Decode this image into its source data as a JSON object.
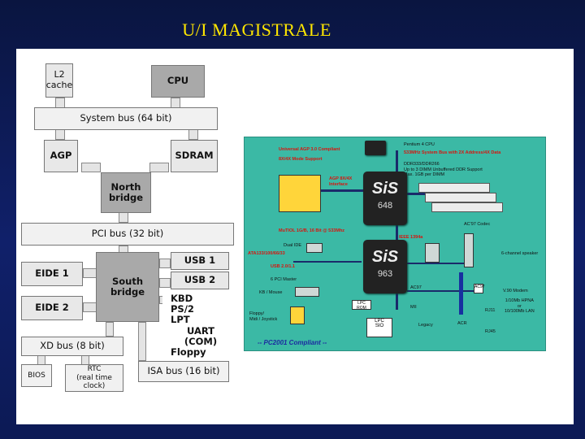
{
  "slide": {
    "title": "U/I  MAGISTRALE"
  },
  "block_diagram": {
    "l2_cache": "L2\ncache",
    "cpu": "CPU",
    "system_bus": "System bus (64 bit)",
    "agp": "AGP",
    "sdram": "SDRAM",
    "north_bridge": "North\nbridge",
    "pci_bus": "PCI bus (32 bit)",
    "eide1": "EIDE 1",
    "eide2": "EIDE 2",
    "south_bridge": "South\nbridge",
    "usb1": "USB 1",
    "usb2": "USB 2",
    "legacy": [
      "KBD",
      "PS/2",
      "LPT",
      "UART (COM)",
      "Floppy"
    ],
    "xd_bus": "XD bus (8 bit)",
    "bios": "BIOS",
    "rtc": "RTC\n(real time clock)",
    "isa_bus": "ISA bus (16 bit)"
  },
  "board": {
    "agp_header": "Universal AGP 3.0 Compliant",
    "agp_mode": "8X/4X Mode Support",
    "agp_interface": "AGP 8X/4X\nInterface",
    "cpu_label": "Pentium 4 CPU",
    "fsb": "533MHz System Bus with 2X Address/4X Data",
    "ddr": "DDR333/DDR266\nUp to 3 DIMM Unbuffered DDR Support\nMax. 1GB per DIMM",
    "north_chip_brand": "SiS",
    "north_chip_num": "648",
    "south_chip_brand": "SiS",
    "south_chip_num": "963",
    "multiol": "MuTIOL 1G/B, 16 Bit @ 533Mhz",
    "ieee": "IEEE 1394a",
    "ac97_codec": "AC'97 Codec",
    "dual_ide": "Dual IDE",
    "ata": "ATA133/100/66/33",
    "usb": "USB 2.0/1.1",
    "pci_master": "6 PCI Master",
    "kb_mouse": "KB / Mouse",
    "floppy": "Floppy/\nMidi / Joystick",
    "six_channel": "6-channel speaker",
    "ac97": "AC97",
    "mii": "MII",
    "acr": "ACR",
    "v90": "V.90 Modem",
    "hpna": "1/10Mb HPNA\nor\n10/100Mb LAN",
    "lpc": "LPC\nSIO",
    "legacy_label": "Legacy",
    "lpc_rom": "LPC ROM",
    "footer": "-- PC2001 Compliant --",
    "rj11": "RJ11",
    "rj45": "RJ45",
    "acr_chip": "AC97"
  }
}
